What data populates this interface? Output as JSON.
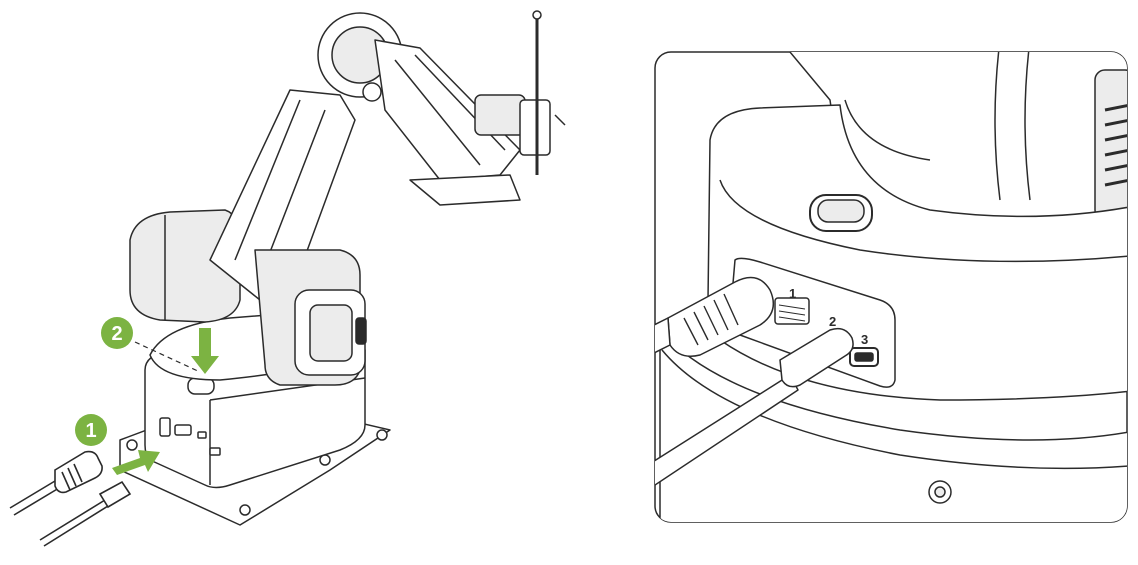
{
  "steps": [
    {
      "number": "1"
    },
    {
      "number": "2"
    }
  ],
  "ports": [
    {
      "label": "1"
    },
    {
      "label": "2"
    },
    {
      "label": "3"
    }
  ],
  "colors": {
    "step_badge": "#7cb342",
    "step_text": "#ffffff",
    "arrow": "#7cb342",
    "line": "#2b2b2b",
    "panel_fill": "#ffffff",
    "light_fill": "#ececec"
  },
  "icons": {
    "step_1": "step-1-badge-icon",
    "step_2": "step-2-badge-icon",
    "arrow_right": "arrow-right-icon",
    "arrow_down": "arrow-down-icon"
  }
}
